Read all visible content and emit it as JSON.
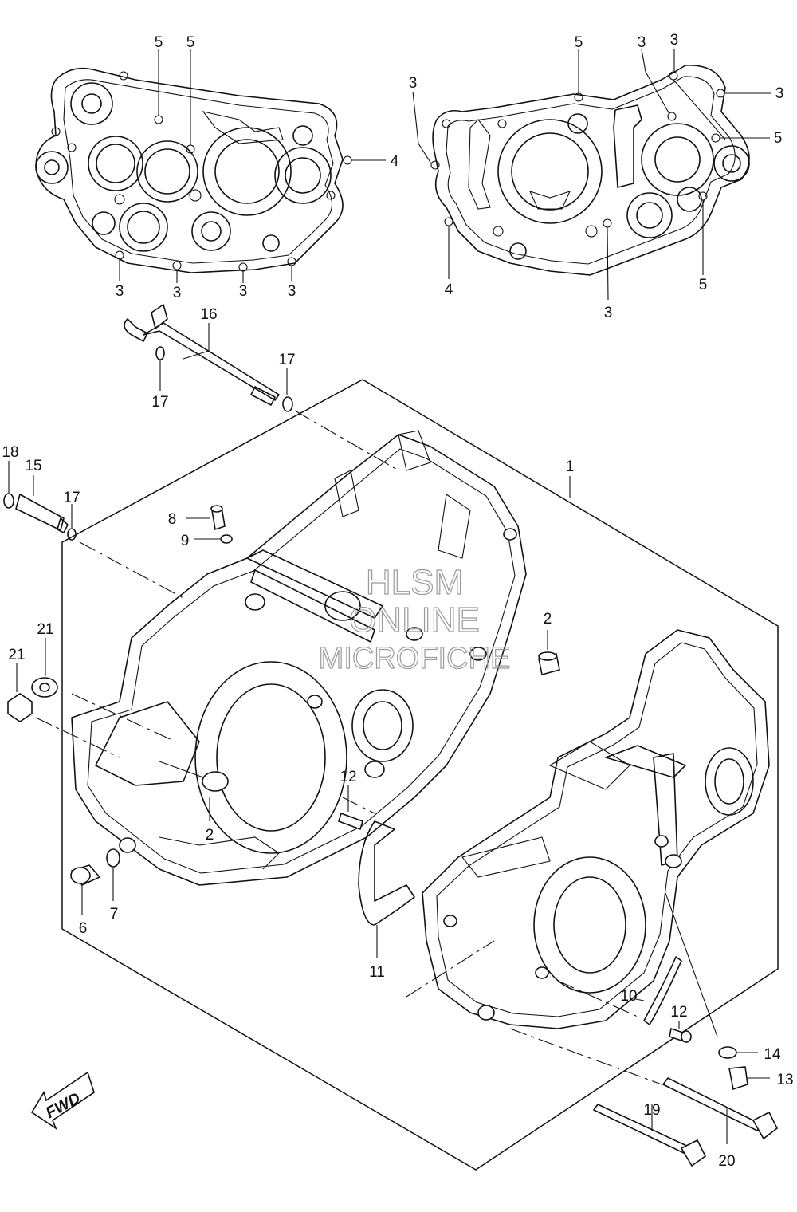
{
  "watermark": {
    "line1": "HLSM",
    "line2": "ONLINE",
    "line3": "MICROFICHE"
  },
  "fwd_label": "FWD",
  "callouts": [
    {
      "id": "c5a",
      "text": "5"
    },
    {
      "id": "c5b",
      "text": "5"
    },
    {
      "id": "c4a",
      "text": "4"
    },
    {
      "id": "c3a",
      "text": "3"
    },
    {
      "id": "c3b",
      "text": "3"
    },
    {
      "id": "c3c",
      "text": "3"
    },
    {
      "id": "c3d",
      "text": "3"
    },
    {
      "id": "c5c",
      "text": "5"
    },
    {
      "id": "c3e",
      "text": "3"
    },
    {
      "id": "c3f",
      "text": "3"
    },
    {
      "id": "c3g",
      "text": "3"
    },
    {
      "id": "c3h",
      "text": "3"
    },
    {
      "id": "c5d",
      "text": "5"
    },
    {
      "id": "c4b",
      "text": "4"
    },
    {
      "id": "c3i",
      "text": "3"
    },
    {
      "id": "c5e",
      "text": "5"
    },
    {
      "id": "c16",
      "text": "16"
    },
    {
      "id": "c17a",
      "text": "17"
    },
    {
      "id": "c17b",
      "text": "17"
    },
    {
      "id": "c18",
      "text": "18"
    },
    {
      "id": "c15",
      "text": "15"
    },
    {
      "id": "c17c",
      "text": "17"
    },
    {
      "id": "c1",
      "text": "1"
    },
    {
      "id": "c8",
      "text": "8"
    },
    {
      "id": "c9",
      "text": "9"
    },
    {
      "id": "c2a",
      "text": "2"
    },
    {
      "id": "c21a",
      "text": "21"
    },
    {
      "id": "c21b",
      "text": "21"
    },
    {
      "id": "c12a",
      "text": "12"
    },
    {
      "id": "c2b",
      "text": "2"
    },
    {
      "id": "c6",
      "text": "6"
    },
    {
      "id": "c7",
      "text": "7"
    },
    {
      "id": "c11",
      "text": "11"
    },
    {
      "id": "c10",
      "text": "10"
    },
    {
      "id": "c12b",
      "text": "12"
    },
    {
      "id": "c14",
      "text": "14"
    },
    {
      "id": "c13",
      "text": "13"
    },
    {
      "id": "c19",
      "text": "19"
    },
    {
      "id": "c20",
      "text": "20"
    }
  ]
}
